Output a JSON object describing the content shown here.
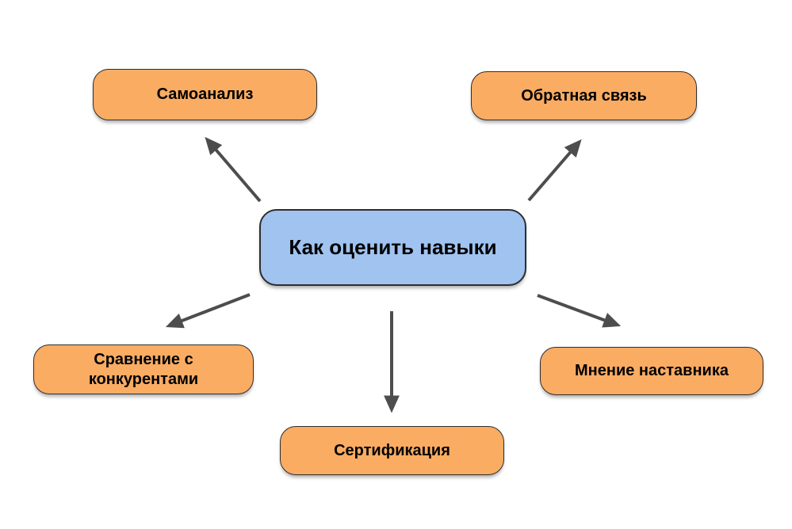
{
  "diagram": {
    "type": "mind-map",
    "center": {
      "id": "center",
      "label": "Как оценить навыки"
    },
    "nodes": [
      {
        "id": "samoanaliz",
        "label": "Самоанализ"
      },
      {
        "id": "obratnaya-svyaz",
        "label": "Обратная связь"
      },
      {
        "id": "sravnenie-s-konkurentami",
        "label": "Сравнение с конкурентами"
      },
      {
        "id": "mnenie-nastavnika",
        "label": "Мнение наставника"
      },
      {
        "id": "sertifikaciya",
        "label": "Сертификация"
      }
    ],
    "edges": [
      {
        "from": "center",
        "to": "samoanaliz"
      },
      {
        "from": "center",
        "to": "obratnaya-svyaz"
      },
      {
        "from": "center",
        "to": "sravnenie-s-konkurentami"
      },
      {
        "from": "center",
        "to": "mnenie-nastavnika"
      },
      {
        "from": "center",
        "to": "sertifikaciya"
      }
    ],
    "colors": {
      "background": "#ffffff",
      "center_fill": "#a0c3f0",
      "node_fill": "#faac63",
      "border": "#2e2e2e",
      "arrow": "#4d4d4d",
      "text": "#000000"
    }
  }
}
